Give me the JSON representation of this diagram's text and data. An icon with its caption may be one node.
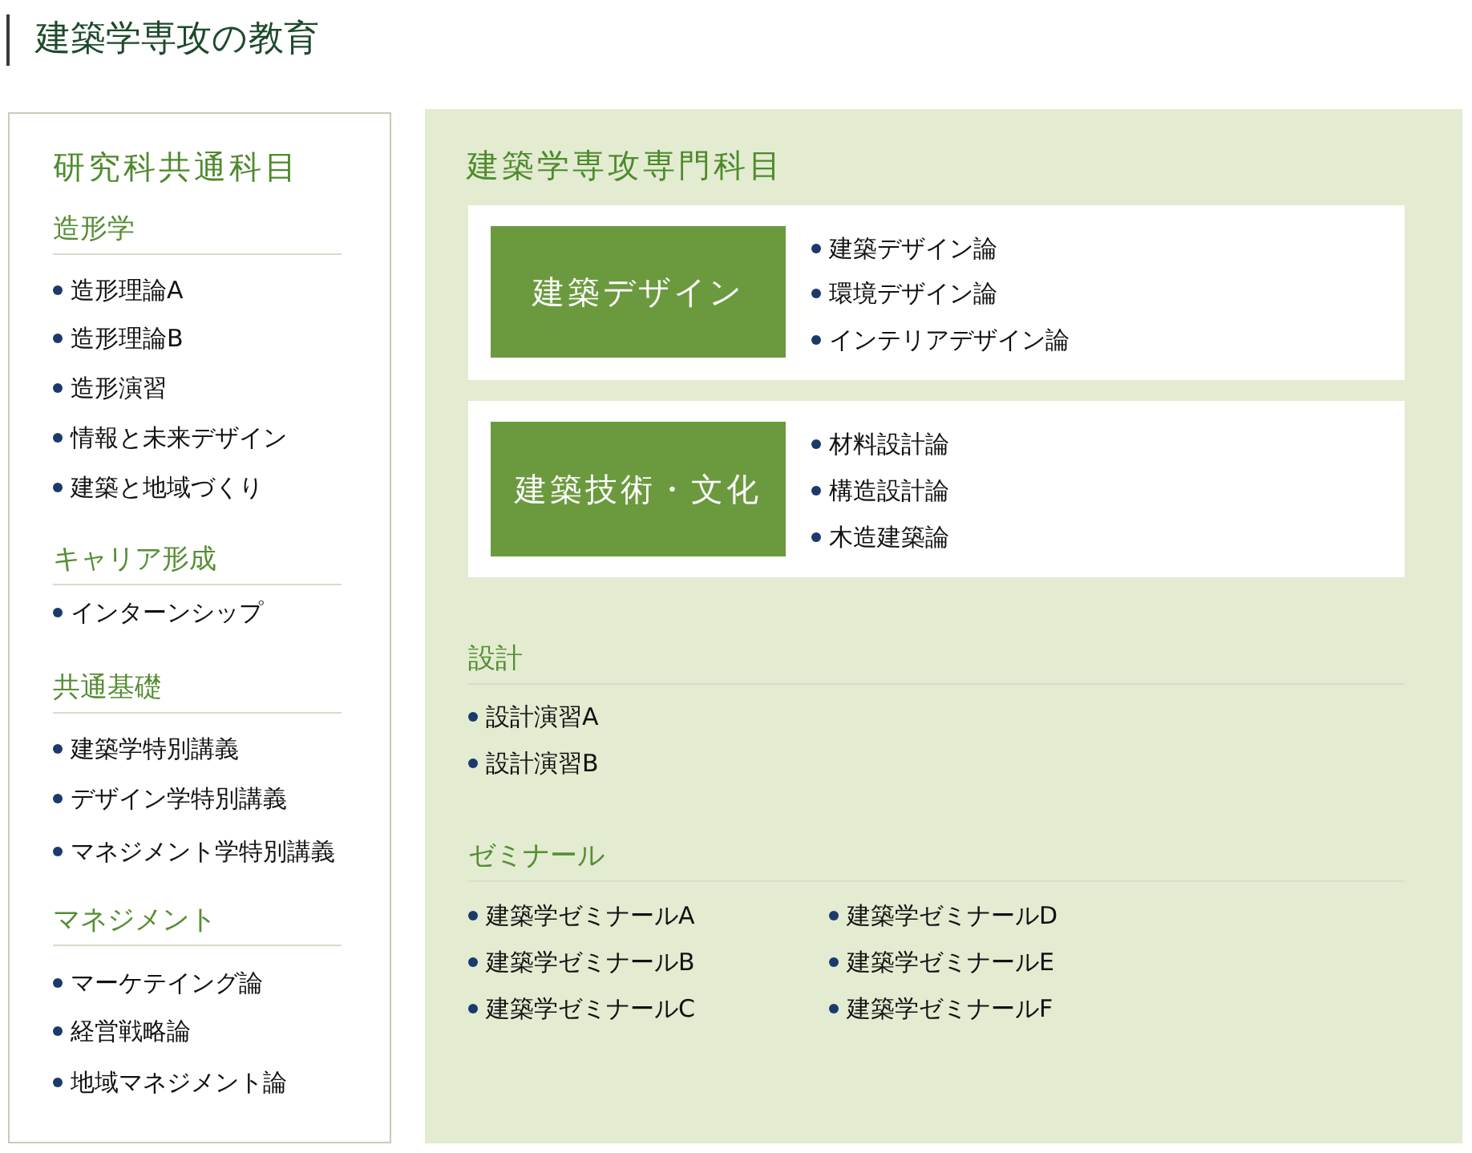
{
  "diagram": {
    "title": "建築学専攻の教育",
    "nodes": [
      {
        "text": [
          "研究科共通科目",
          "造形学",
          "造形理論A",
          "造形理論B",
          "造形演習",
          "情報と未来デザイン",
          "建築と地域づくり",
          "キャリア形成",
          "インターンシップ",
          "共通基礎",
          "建築学特別講義",
          "デザイン学特別講義",
          "マネジメント学特別講義",
          "マネジメント",
          "マーケテイング論",
          "経営戦略論",
          "地域マネジメント論"
        ]
      },
      {
        "text": [
          "建築学専攻専門科目",
          "設計",
          "設計演習A",
          "設計演習B",
          "ゼミナール",
          "建築学ゼミナールA",
          "建築学ゼミナールB",
          "建築学ゼミナールC",
          "建築学ゼミナールD",
          "建築学ゼミナールE",
          "建築学ゼミナールF"
        ]
      },
      {
        "text": [
          "建築デザイン論",
          "環境デザイン論",
          "インテリアデザイン論"
        ],
        "in": 1
      },
      {
        "text": [
          "建築デザイン"
        ],
        "in": 2
      },
      {
        "text": [
          "材料設計論",
          "構造設計論",
          "木造建築論"
        ],
        "in": 1
      },
      {
        "text": [
          "建築技術・文化"
        ],
        "in": 4
      }
    ]
  }
}
